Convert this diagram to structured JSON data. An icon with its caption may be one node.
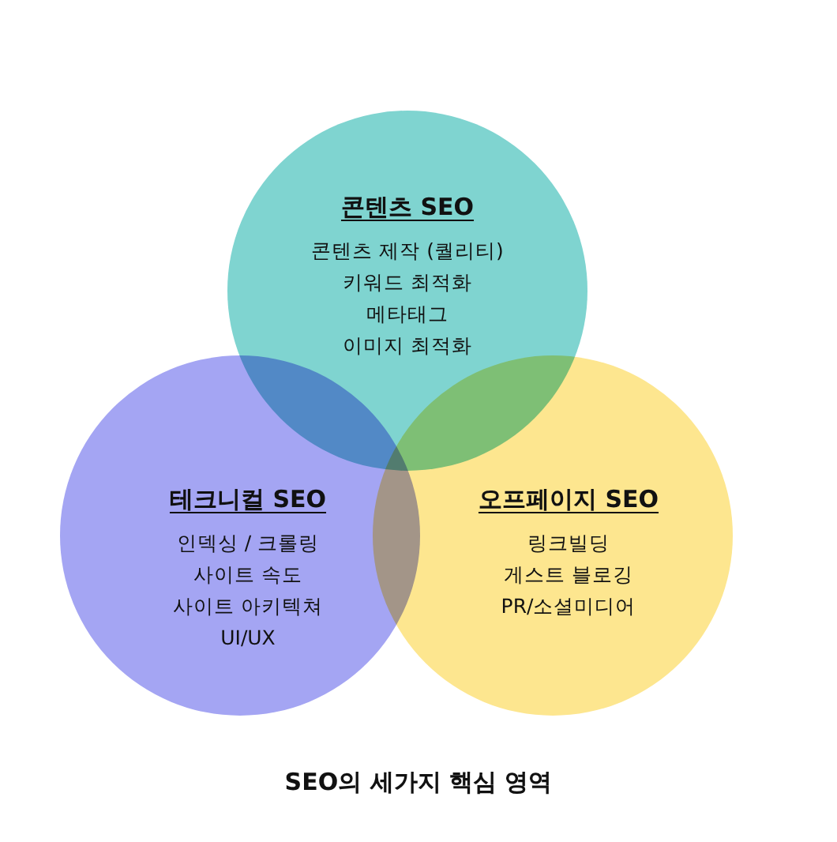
{
  "diagram": {
    "caption": "SEO의 세가지 핵심 영역",
    "nodes": [
      {
        "text": [
          "콘텐츠 SEO",
          "콘텐츠 제작 (퀄리티)",
          "키워드 최적화",
          "메타태그",
          "이미지 최적화"
        ]
      },
      {
        "text": [
          "테크니컬 SEO",
          "인덱싱 / 크롤링",
          "사이트 속도",
          "사이트 아키텍쳐",
          "UI/UX"
        ]
      },
      {
        "text": [
          "오프페이지 SEO",
          "링크빌딩",
          "게스트 블로깅",
          "PR/소셜미디어"
        ]
      }
    ]
  }
}
